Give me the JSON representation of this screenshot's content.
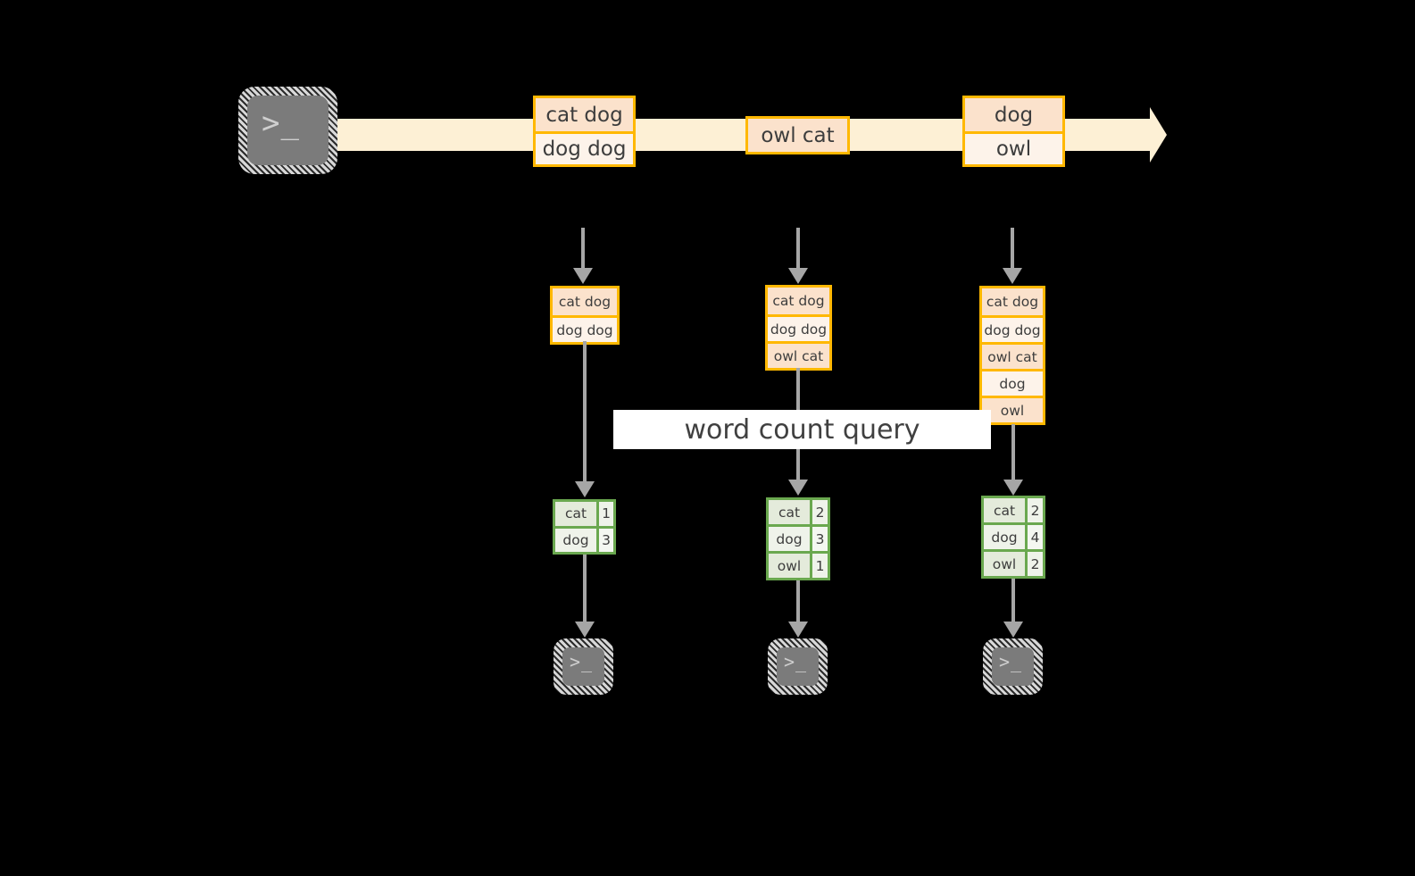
{
  "diagram": {
    "title_label": "word count query",
    "colors": {
      "stream_fill": "#fdf0d5",
      "box_border": "#ffb800",
      "box_fill_dark": "#fbe2cc",
      "box_fill_light": "#fdf3ea",
      "table_border": "#6aa84f",
      "table_fill": "#e9efe1",
      "connector": "#a6a6a6",
      "terminal_fill": "#7b7b7b",
      "background": "#000000",
      "label_bg": "#ffffff"
    },
    "source": {
      "icon": "terminal-icon",
      "glyph": ">_"
    },
    "stream": {
      "arrow_icon": "right-arrow-icon",
      "batches": [
        {
          "name": "batch-1",
          "rows": [
            {
              "text": "cat dog",
              "shade": "dark"
            },
            {
              "text": "dog dog",
              "shade": "light"
            }
          ]
        },
        {
          "name": "batch-2",
          "rows": [
            {
              "text": "owl cat",
              "shade": "dark"
            }
          ]
        },
        {
          "name": "batch-3",
          "rows": [
            {
              "text": "dog",
              "shade": "dark"
            },
            {
              "text": "owl",
              "shade": "light"
            }
          ]
        }
      ]
    },
    "stages": [
      {
        "name": "stage-1",
        "input_rows": [
          {
            "text": "cat dog",
            "shade": "dark"
          },
          {
            "text": "dog dog",
            "shade": "light"
          }
        ],
        "result_rows": [
          {
            "key": "cat",
            "value": "1"
          },
          {
            "key": "dog",
            "value": "3"
          }
        ],
        "sink": {
          "icon": "terminal-icon",
          "glyph": ">_"
        }
      },
      {
        "name": "stage-2",
        "input_rows": [
          {
            "text": "cat dog",
            "shade": "dark"
          },
          {
            "text": "dog dog",
            "shade": "light"
          },
          {
            "text": "owl cat",
            "shade": "dark"
          }
        ],
        "result_rows": [
          {
            "key": "cat",
            "value": "2"
          },
          {
            "key": "dog",
            "value": "3"
          },
          {
            "key": "owl",
            "value": "1"
          }
        ],
        "sink": {
          "icon": "terminal-icon",
          "glyph": ">_"
        }
      },
      {
        "name": "stage-3",
        "input_rows": [
          {
            "text": "cat dog",
            "shade": "dark"
          },
          {
            "text": "dog dog",
            "shade": "light"
          },
          {
            "text": "owl cat",
            "shade": "dark"
          },
          {
            "text": "dog",
            "shade": "light"
          },
          {
            "text": "owl",
            "shade": "dark"
          }
        ],
        "result_rows": [
          {
            "key": "cat",
            "value": "2"
          },
          {
            "key": "dog",
            "value": "4"
          },
          {
            "key": "owl",
            "value": "2"
          }
        ],
        "sink": {
          "icon": "terminal-icon",
          "glyph": ">_"
        }
      }
    ]
  }
}
